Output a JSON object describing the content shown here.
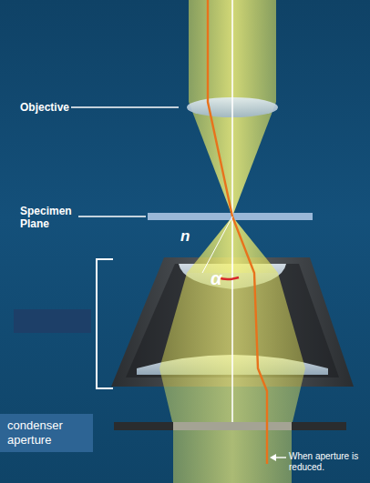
{
  "diagram": {
    "nodes": [
      {
        "text": [
          "condenser aperture"
        ]
      }
    ],
    "labels": [
      "Objective",
      "Specimen Plane",
      "n",
      "α",
      "When aperture is reduced."
    ]
  }
}
